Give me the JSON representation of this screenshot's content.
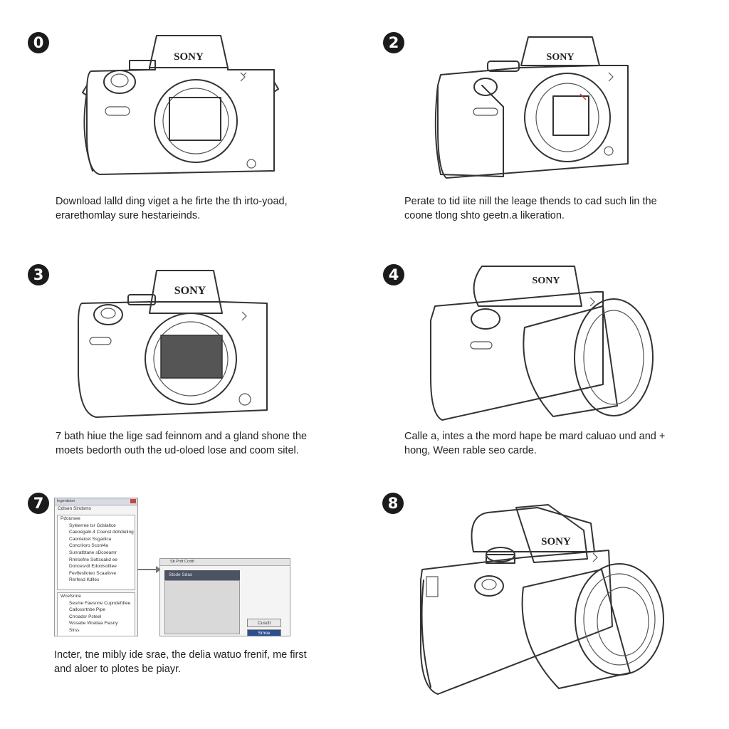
{
  "steps": [
    {
      "badge": "0",
      "brand": "SONY",
      "caption_line1": "Download lalld ding viget a he firte the th irto-yoad,",
      "caption_line2": "erarethomlay sure hestarieinds."
    },
    {
      "badge": "2",
      "brand": "SONY",
      "caption_line1": "Perate to tid iite nill the leage thends to cad such lin the",
      "caption_line2": "coone tlong shto geetn.a likeration."
    },
    {
      "badge": "3",
      "brand": "SONY",
      "caption_line1": "7 bath hiue the lige sad feinnom and a gland shone the",
      "caption_line2": "moets bedorth outh the ud-oloed lose and coom sitel."
    },
    {
      "badge": "4",
      "brand": "SONY",
      "caption_line1": "Calle a, intes a the mord hape be mard caluao und and +",
      "caption_line2": "hong,  Ween rable seo carde."
    },
    {
      "badge": "7",
      "caption_line1": "Incter, tne mibly ide srae, the delia watuo frenif, me first",
      "caption_line2": "and aloer to plotes be piayr.",
      "software": {
        "window_title": "Ingentsion",
        "section1_header": "Cdlsen Sindsms",
        "section1_label": "Pdoursee",
        "section1_items": [
          "Syleerree tsr Gdslaltce",
          "Caeoegaln.4  Coenst dohdieling",
          "Caonlaicet  Ssgadica",
          "Concriloro  Sconl4a",
          "Sunratbtane sDcoeamr",
          "Rmrsefne  Sottsoakd ee",
          "Doncesrdt  Edoolsolltee",
          "Fevfleslloteo  Scaalisve",
          "Rerfesd Kdlles"
        ],
        "section2_header": "Wcefsnne",
        "section2_items": [
          "Sesme  Faesnne Cupndefdtee",
          "Callossrtnbe Pipe",
          "Crroadsr Psteel",
          "Wssabe Wratiaa Fiasny",
          "Slrss"
        ],
        "dialog_title": "Sb Prdt Ccotit",
        "dialog_selected": "Stsde Sdas",
        "dialog_button1": "Cusctl",
        "dialog_button2": "Smoe"
      }
    },
    {
      "badge": "8",
      "brand": "SONY"
    }
  ]
}
